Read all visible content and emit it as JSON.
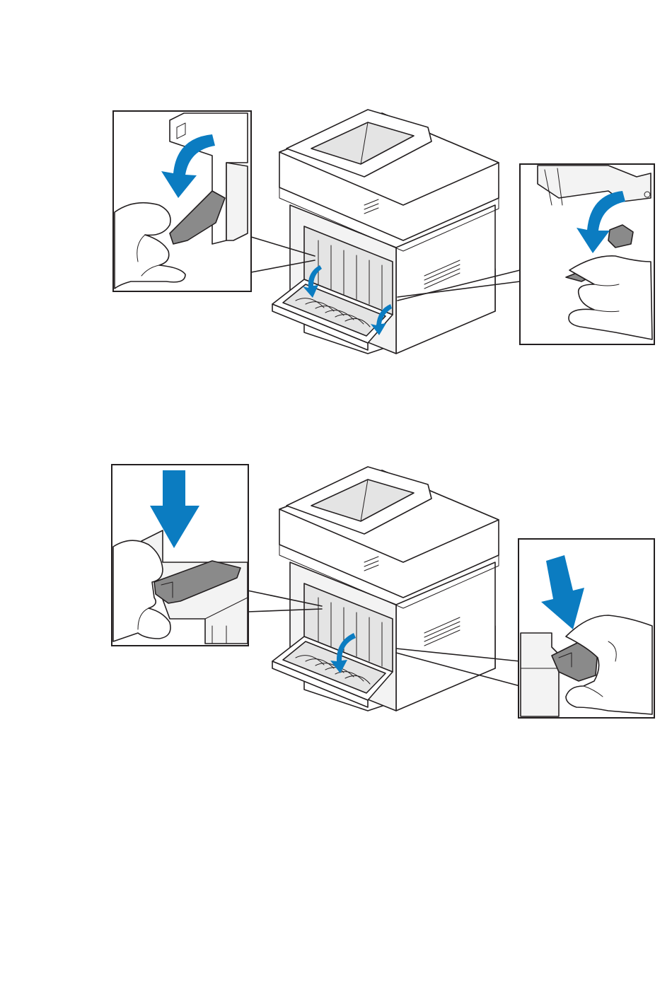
{
  "figures": [
    {
      "id": "figure-1",
      "step": "lower-fuser-levers",
      "printer_view": "rear-open",
      "inset_left": "hand-pulling-left-fuser-lever-down",
      "inset_right": "hand-pulling-right-fuser-lever-down",
      "arrow_color": "#0b7cc1",
      "lever_color": "#8a8a8a",
      "arrows": [
        "curved-arrow",
        "curved-arrow",
        "curved-arrow",
        "curved-arrow"
      ]
    },
    {
      "id": "figure-2",
      "step": "push-fuser-levers-down",
      "printer_view": "rear-open",
      "inset_left": "hand-pressing-left-fuser-lever-down",
      "inset_right": "hand-pressing-right-fuser-lever-down",
      "arrow_color": "#0b7cc1",
      "lever_color": "#8a8a8a",
      "arrows": [
        "down-arrow",
        "down-arrow",
        "curved-arrow"
      ]
    }
  ]
}
